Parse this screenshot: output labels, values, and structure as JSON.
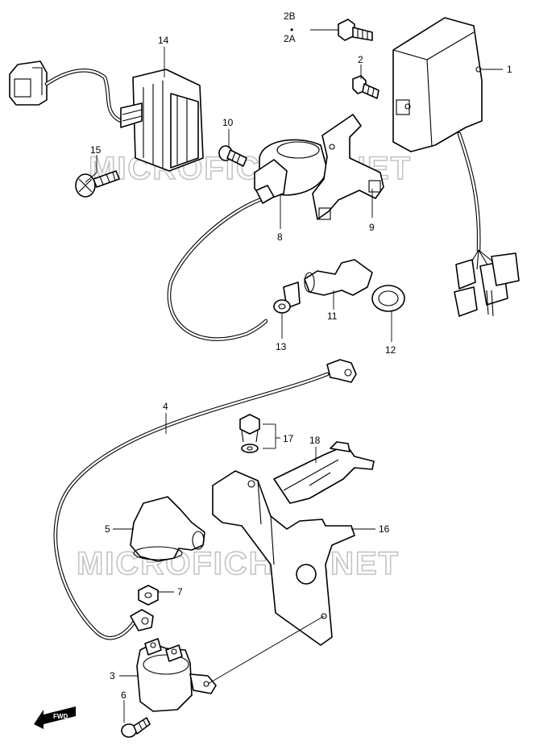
{
  "watermark": "MICROFICHES.NET",
  "labels": {
    "p1": "1",
    "p2": "2",
    "p2b": "2B",
    "p2a": "2A",
    "dot": "•",
    "p3": "3",
    "p4": "4",
    "p5": "5",
    "p6": "6",
    "p7": "7",
    "p8": "8",
    "p9": "9",
    "p10": "10",
    "p11": "11",
    "p12": "12",
    "p13": "13",
    "p14": "14",
    "p15": "15",
    "p16": "16",
    "p17": "17",
    "p18": "18"
  },
  "fwd": "FWD"
}
